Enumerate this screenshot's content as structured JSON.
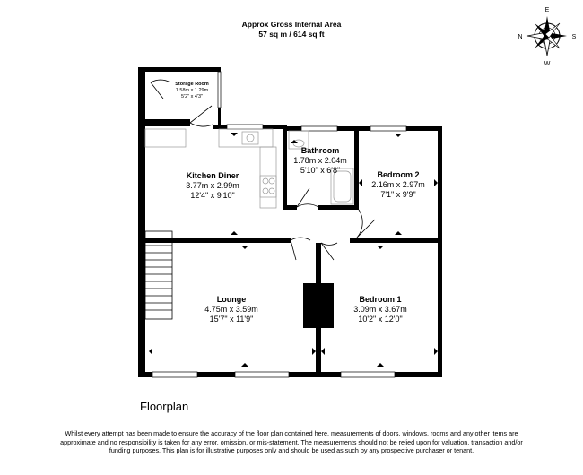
{
  "header": {
    "line1": "Approx Gross Internal Area",
    "line2": "57 sq m / 614 sq ft"
  },
  "compass": {
    "n": "N",
    "e": "E",
    "s": "S",
    "w": "W"
  },
  "rooms": {
    "storage": {
      "name": "Storage Room",
      "metric": "1.58m x 1.29m",
      "imperial": "5'2\" x 4'3\""
    },
    "kitchen": {
      "name": "Kitchen Diner",
      "metric": "3.77m x 2.99m",
      "imperial": "12'4\" x 9'10\""
    },
    "bathroom": {
      "name": "Bathroom",
      "metric": "1.78m x 2.04m",
      "imperial": "5'10\" x 6'8\""
    },
    "bedroom2": {
      "name": "Bedroom 2",
      "metric": "2.16m x 2.97m",
      "imperial": "7'1\" x 9'9\""
    },
    "lounge": {
      "name": "Lounge",
      "metric": "4.75m x 3.59m",
      "imperial": "15'7\" x 11'9\""
    },
    "bedroom1": {
      "name": "Bedroom 1",
      "metric": "3.09m x 3.67m",
      "imperial": "10'2\" x 12'0\""
    }
  },
  "floorplan_title": "Floorplan",
  "disclaimer": "Whilst every attempt has been made to ensure the accuracy of the floor plan contained here, measurements of doors, windows, rooms and any other items are approximate and no responsibility is taken for any error, omission, or mis-statement. The measurements should not be relied upon for valuation, transaction and/or funding purposes. This plan is for illustrative purposes only and should be used as such by any prospective purchaser or tenant."
}
